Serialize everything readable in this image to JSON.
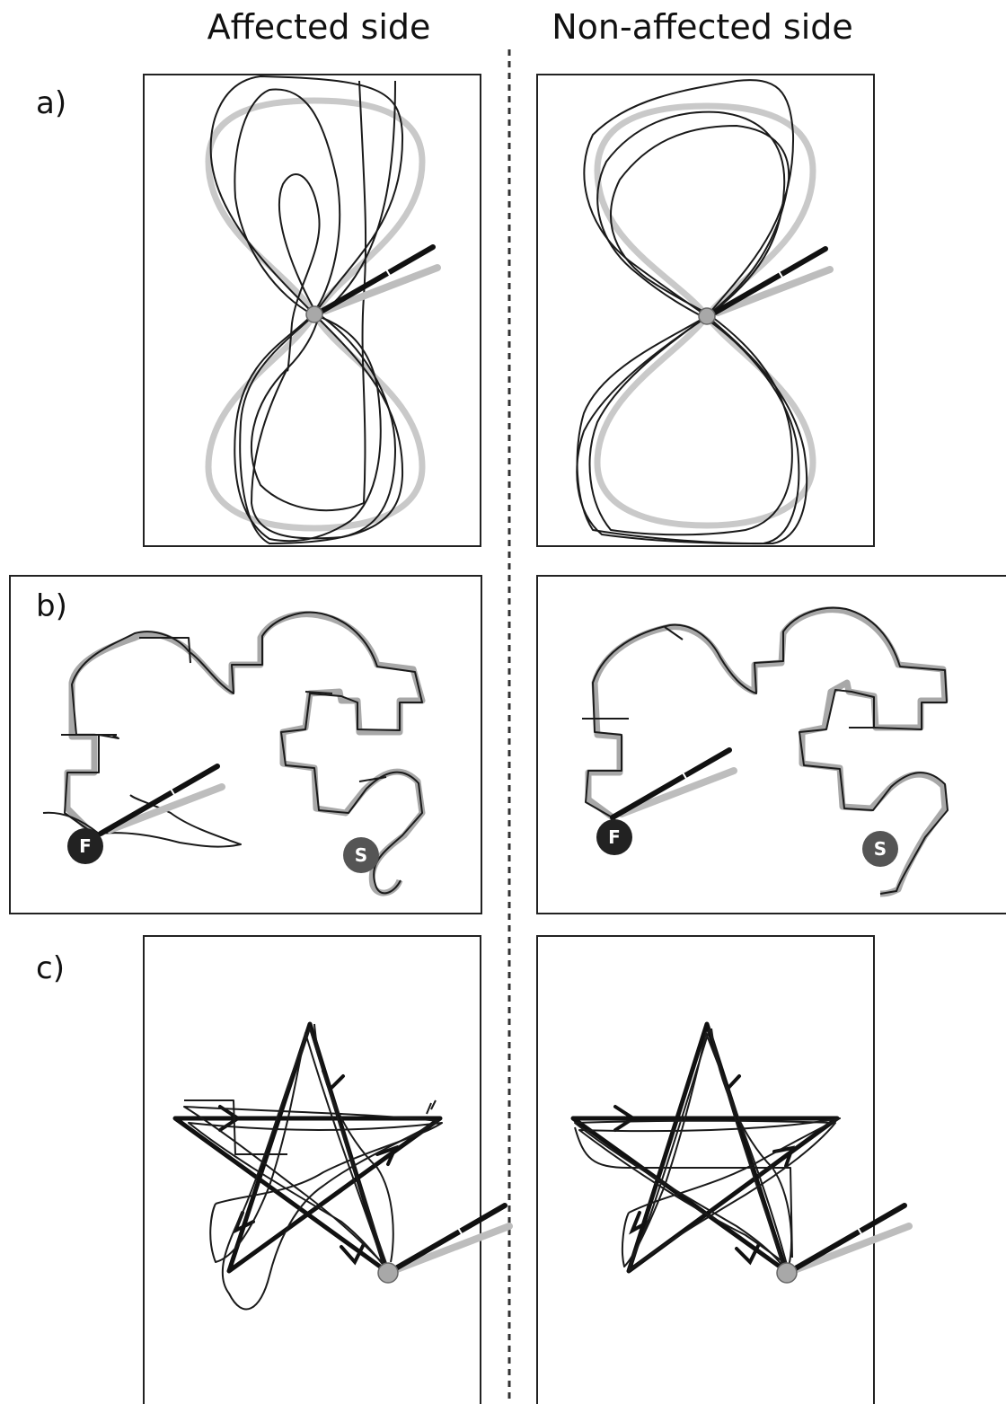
{
  "headers": {
    "left": "Affected side",
    "right": "Non-affected side"
  },
  "panels": {
    "a": "a)",
    "b": "b)",
    "c": "c)"
  },
  "markers": {
    "finish": "F",
    "start": "S"
  }
}
